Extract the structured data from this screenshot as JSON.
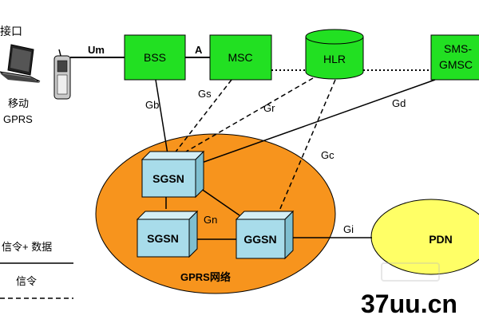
{
  "top_left_label": "接口",
  "mobile_caption": [
    "移动",
    "GPRS"
  ],
  "nodes": {
    "bss": "BSS",
    "msc": "MSC",
    "hlr": "HLR",
    "sms_gmsc": [
      "SMS-",
      "GMSC"
    ],
    "sgsn_top": "SGSN",
    "sgsn_bottom": "SGSN",
    "ggsn": "GGSN",
    "pdn": "PDN"
  },
  "interfaces": {
    "um": "Um",
    "a": "A",
    "gb": "Gb",
    "gs": "Gs",
    "gr": "Gr",
    "gd": "Gd",
    "gc": "Gc",
    "gn": "Gn",
    "gi": "Gi"
  },
  "network_label": "GPRS网络",
  "legend": {
    "solid": "信令+ 数据",
    "dashed": "信令"
  },
  "watermark": "37uu.cn",
  "colors": {
    "node_green": "#22e022",
    "sgsn_blue": "#a8dcea",
    "network_orange": "#f7941d",
    "pdn_yellow": "#ffff66"
  }
}
